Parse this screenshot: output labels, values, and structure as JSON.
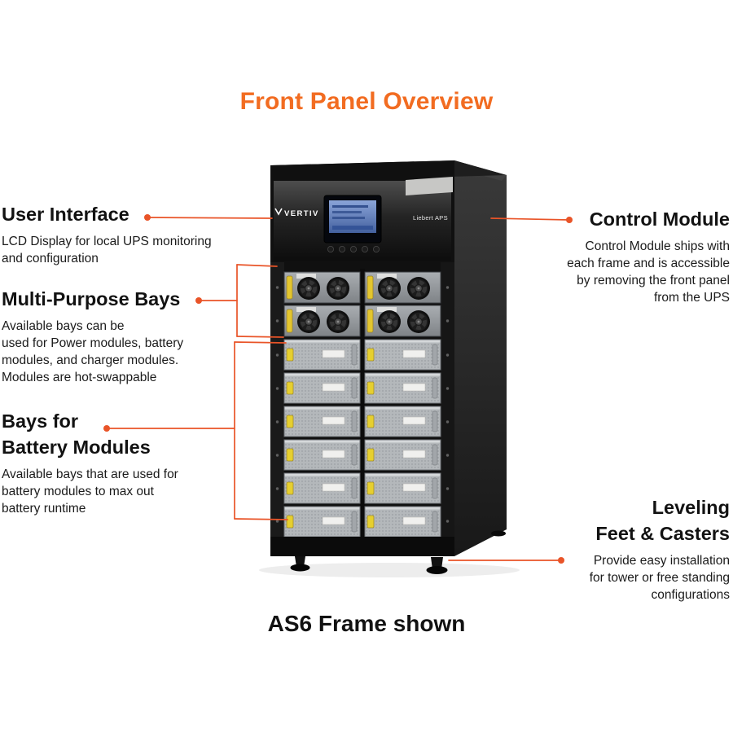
{
  "page": {
    "title": "Front Panel Overview",
    "caption": "AS6 Frame shown"
  },
  "device": {
    "brand": "VERTIV",
    "model": "Liebert APS"
  },
  "callouts": {
    "user_interface": {
      "title": "User Interface",
      "description": "LCD Display for local UPS monitoring\nand configuration"
    },
    "multi_purpose_bays": {
      "title": "Multi-Purpose Bays",
      "description": "Available bays can be\nused for Power modules, battery\nmodules, and charger modules.\nModules are hot-swappable"
    },
    "battery_bays": {
      "title": "Bays for\nBattery Modules",
      "description": "Available bays that are used for\nbattery modules to max out\nbattery runtime"
    },
    "control_module": {
      "title": "Control Module",
      "description": "Control Module ships with\neach frame and is accessible\nby removing the front panel\nfrom the UPS"
    },
    "leveling_feet": {
      "title": "Leveling\nFeet & Casters",
      "description": "Provide easy installation\nfor tower or free standing\nconfigurations"
    }
  },
  "colors": {
    "accent_orange": "#F26C21",
    "callout_line": "#E95428"
  }
}
